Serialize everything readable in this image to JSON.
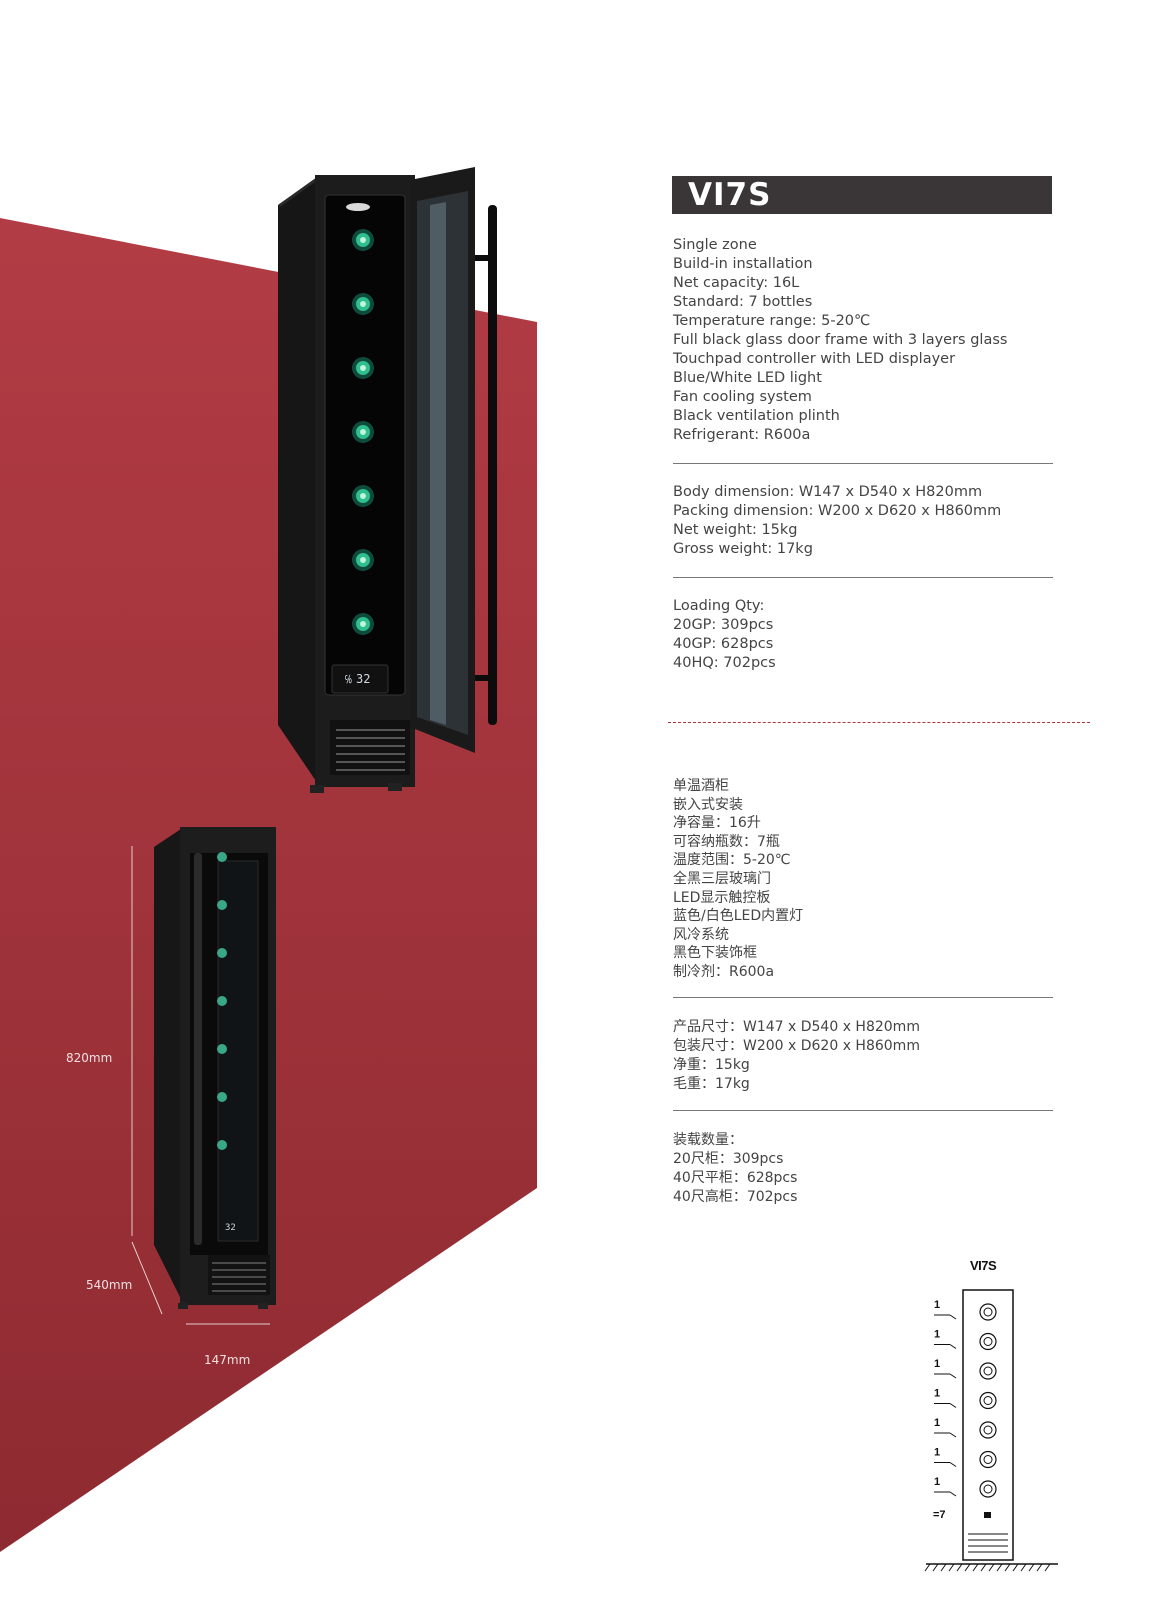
{
  "model": "VI7S",
  "features": [
    "Single zone",
    "Build-in installation",
    "Net capacity: 16L",
    "Standard: 7 bottles",
    "Temperature range: 5-20℃",
    "Full black glass door frame with 3 layers glass",
    "Touchpad controller with LED displayer",
    "Blue/White LED light",
    "Fan cooling system",
    "Black ventilation plinth",
    "Refrigerant: R600a"
  ],
  "dimensions": [
    "Body dimension: W147 x D540 x H820mm",
    "Packing dimension: W200 x D620 x H860mm",
    "Net weight: 15kg",
    "Gross weight: 17kg"
  ],
  "loading": [
    "Loading Qty:",
    "20GP: 309pcs",
    "40GP: 628pcs",
    "40HQ: 702pcs"
  ],
  "features_cn": [
    "单温酒柜",
    "嵌入式安装",
    "净容量：16升",
    "可容纳瓶数：7瓶",
    "温度范围：5-20℃",
    "全黑三层玻璃门",
    "LED显示触控板",
    "蓝色/白色LED内置灯",
    "风冷系统",
    "黑色下装饰框",
    "制冷剂：R600a"
  ],
  "dimensions_cn": [
    "产品尺寸：W147 x D540 x H820mm",
    "包装尺寸：W200 x D620 x H860mm",
    "净重：15kg",
    "毛重：17kg"
  ],
  "loading_cn": [
    "装载数量：",
    "20尺柜：309pcs",
    "40尺平柜：628pcs",
    "40尺高柜：702pcs"
  ],
  "product_display_temp": "32",
  "dim_labels": {
    "height": "820mm",
    "depth": "540mm",
    "width": "147mm"
  },
  "diagram": {
    "title": "VI7S",
    "shelf_labels": [
      "1",
      "1",
      "1",
      "1",
      "1",
      "1",
      "1"
    ],
    "total_label": "=7"
  },
  "colors": {
    "red_panel": "#a8363f",
    "title_bar": "#3a3536",
    "dash": "#b1333c"
  }
}
